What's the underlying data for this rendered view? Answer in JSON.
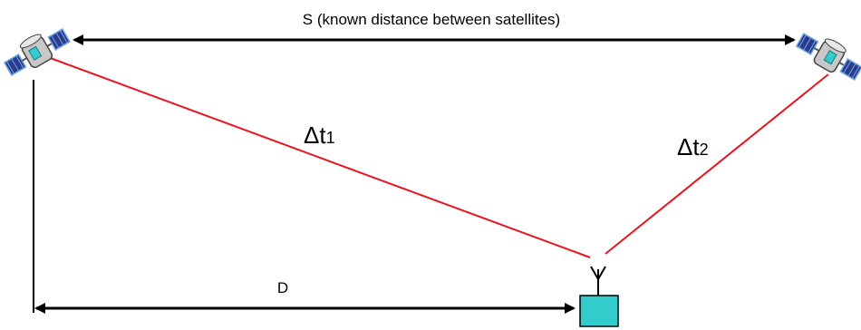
{
  "labels": {
    "baseline_s": "S (known distance between satellites)",
    "delta_t1": "Δt",
    "delta_t1_sub": "1",
    "delta_t2": "Δt",
    "delta_t2_sub": "2",
    "distance_d": "D"
  },
  "colors": {
    "signal_line": "#e8141e",
    "arrow": "#000000",
    "receiver_box": "#33cccc",
    "satellite_panel": "#2b3a8c",
    "satellite_body": "#c8c8c8"
  },
  "icons": {
    "left_satellite": "satellite-icon",
    "right_satellite": "satellite-icon",
    "receiver": "antenna-receiver-icon"
  }
}
